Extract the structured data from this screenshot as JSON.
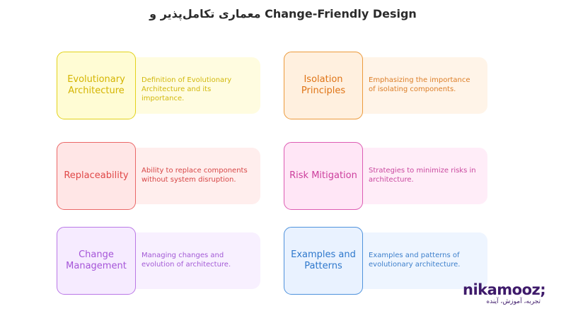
{
  "title": "معماری تکامل‌پذیر و Change-Friendly Design",
  "cards": [
    {
      "label": "Evolutionary Architecture",
      "description": "Definition of Evolutionary Architecture and its importance.",
      "colors": {
        "text": "#d4b400",
        "border": "#e2d21a",
        "label_bg": "#fffcd4",
        "desc_bg": "#fffce0",
        "desc_text": "#d2b80c"
      }
    },
    {
      "label": "Isolation Principles",
      "description": "Emphasizing the importance of isolating components.",
      "colors": {
        "text": "#df7416",
        "border": "#ec9a3c",
        "label_bg": "#fff0df",
        "desc_bg": "#fff4e8",
        "desc_text": "#dc7d26"
      }
    },
    {
      "label": "Replaceability",
      "description": "Ability to replace components without system disruption.",
      "colors": {
        "text": "#e04848",
        "border": "#ea6767",
        "label_bg": "#ffe6e6",
        "desc_bg": "#ffeeed",
        "desc_text": "#d74646"
      }
    },
    {
      "label": "Risk Mitigation",
      "description": "Strategies to minimize risks in architecture.",
      "colors": {
        "text": "#cc3e9c",
        "border": "#dd5cb3",
        "label_bg": "#ffe6f6",
        "desc_bg": "#ffedf8",
        "desc_text": "#c9479e"
      }
    },
    {
      "label": "Change Management",
      "description": "Managing changes and evolution of architecture.",
      "colors": {
        "text": "#a555d8",
        "border": "#ba78e6",
        "label_bg": "#f6ebff",
        "desc_bg": "#f8f0ff",
        "desc_text": "#a35ad6"
      }
    },
    {
      "label": "Examples and Patterns",
      "description": "Examples and patterns of evolutionary architecture.",
      "colors": {
        "text": "#2e78cc",
        "border": "#4f92dc",
        "label_bg": "#e9f2ff",
        "desc_bg": "#eef5ff",
        "desc_text": "#3d7fcb"
      }
    }
  ],
  "logo": {
    "name": "nikamooz;",
    "tagline": "تجربه، آموزش، آینده"
  }
}
